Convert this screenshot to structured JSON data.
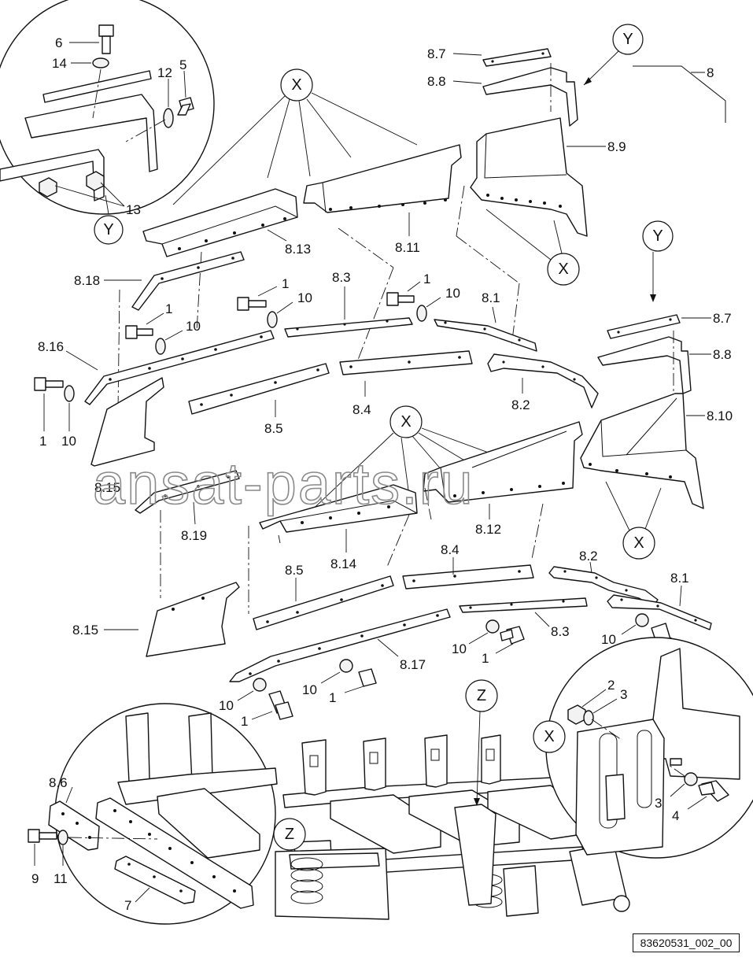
{
  "drawing": {
    "code": "83620531_002_00",
    "watermark": "ansat-parts.ru",
    "callouts": {
      "x": "X",
      "y": "Y",
      "z": "Z"
    },
    "labels": {
      "p1": "1",
      "p2": "2",
      "p3": "3",
      "p4": "4",
      "p5": "5",
      "p6": "6",
      "p7": "7",
      "p9": "9",
      "p10": "10",
      "p11": "11",
      "p12": "12",
      "p13": "13",
      "p14": "14",
      "p8": "8",
      "p8_1": "8.1",
      "p8_2": "8.2",
      "p8_3": "8.3",
      "p8_4": "8.4",
      "p8_5": "8.5",
      "p8_6": "8.6",
      "p8_7": "8.7",
      "p8_8": "8.8",
      "p8_9": "8.9",
      "p8_10": "8.10",
      "p8_11": "8.11",
      "p8_12": "8.12",
      "p8_13": "8.13",
      "p8_14": "8.14",
      "p8_15": "8.15",
      "p8_16": "8.16",
      "p8_17": "8.17",
      "p8_18": "8.18",
      "p8_19": "8.19"
    }
  }
}
